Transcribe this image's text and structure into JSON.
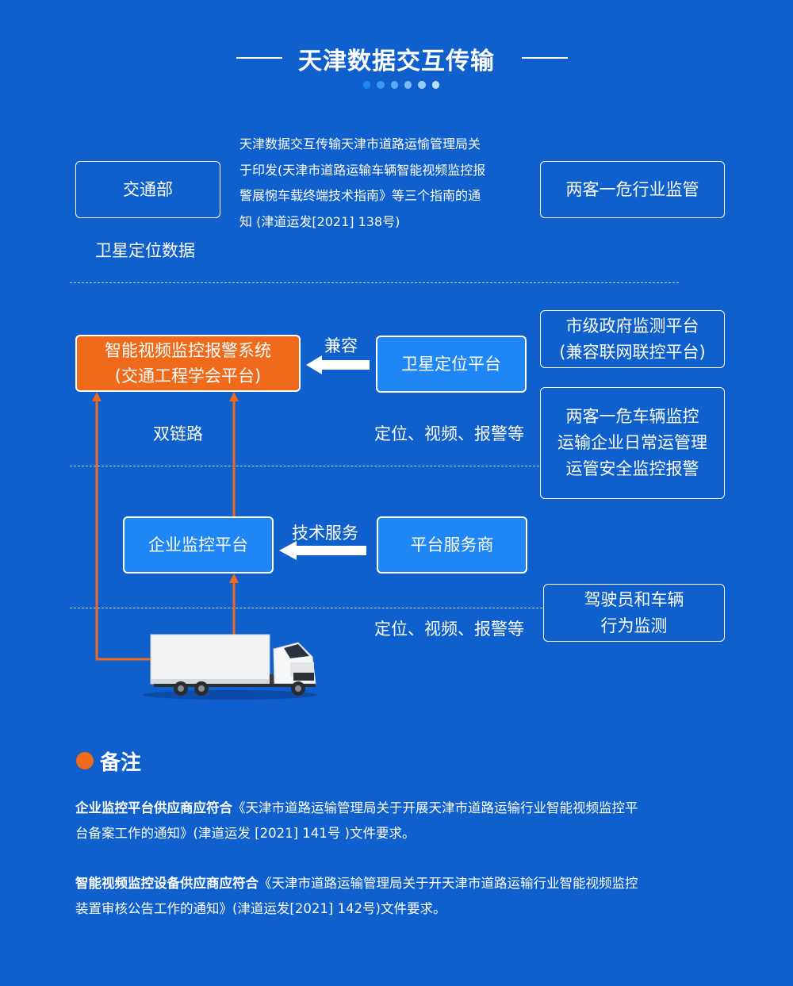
{
  "title": "天津数据交互传输",
  "colors": {
    "background": "#0f5fcc",
    "primary_box": "#1f86f5",
    "accent_orange": "#f06a1c",
    "dots": [
      "#1f86f5",
      "#3b96f7",
      "#5aa8f8",
      "#7ab9fa",
      "#9acbfb",
      "#bfdffd"
    ]
  },
  "section1": {
    "left_box": "交通部",
    "left_caption": "卫星定位数据",
    "description": [
      "天津数据交互传输天津市道路运愉管理局关",
      "于印发(天津市道路运输车辆智能视频监控报",
      "警展惋车载终端技术指南》等三个指南的通",
      "知 (津道运发[2021] 138号)"
    ],
    "right_box": "两客一危行业监管"
  },
  "section2": {
    "orange_box": [
      "智能视频监控报警系统",
      "(交通工程学会平台)"
    ],
    "arrow_label": "兼容",
    "sat_box": "卫星定位平台",
    "gov_box": [
      "市级政府监测平台",
      "(兼容联网联控平台)"
    ],
    "dual_link": "双链路",
    "positioning": "定位、视频、报警等",
    "monitor_box": [
      "两客一危车辆监控",
      "运输企业日常运管理",
      "运管安全监控报警"
    ]
  },
  "section3": {
    "enterprise_box": "企业监控平台",
    "arrow_label": "技术服务",
    "provider_box": "平台服务商"
  },
  "section4": {
    "positioning": "定位、视频、报警等",
    "driver_box": [
      "驾驶员和车辆",
      "行为监测"
    ],
    "truck_icon": "truck-icon"
  },
  "notes": {
    "heading": "备注",
    "items": [
      {
        "bold": "企业监控平台供应商应符合",
        "text_lines": [
          "《天津市道路运输管理局关于开展天津市道路运输行业智能视频监控平",
          "台备案工作的通知》(津道运发 [2021] 141号 )文件要求。"
        ]
      },
      {
        "bold": "智能视频监控设备供应商应符合",
        "text_lines": [
          "《天津市道路运输管理局关于开天津市道路运输行业智能视频监控",
          "装置审核公告工作的通知》(津道运发[2021] 142号)文件要求。"
        ]
      }
    ]
  }
}
